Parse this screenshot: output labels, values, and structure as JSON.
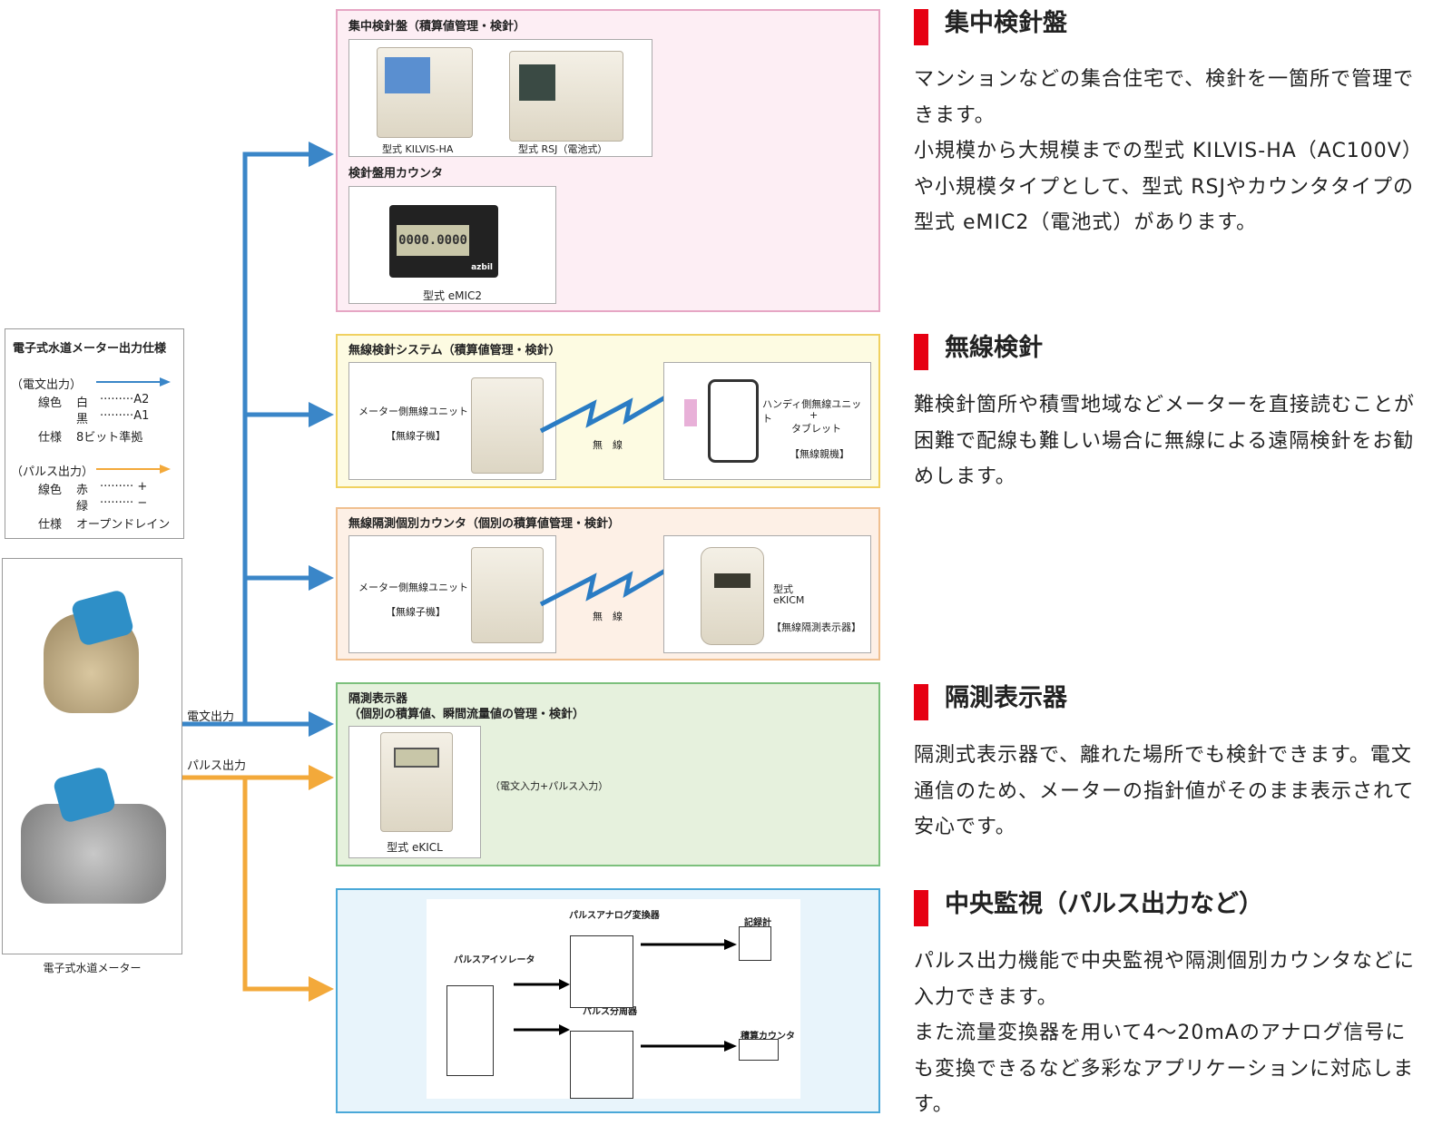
{
  "colors": {
    "denbun": "#3a86c8",
    "pulse": "#f3a93a",
    "accent": "#e60012"
  },
  "spec": {
    "title": "電子式水道メーター出力仕様",
    "denbun_label": "（電文出力）",
    "wire_label": "線色",
    "white": "白",
    "white_val": "·········A2",
    "black": "黒",
    "black_val": "·········A1",
    "spec_label": "仕様",
    "denbun_spec": "8ビット準拠",
    "pulse_label": "（パルス出力）",
    "red": "赤",
    "red_val": "········· +",
    "green": "緑",
    "green_val": "········· −",
    "pulse_spec": "オープンドレイン"
  },
  "meter": {
    "caption": "電子式水道メーター",
    "denbun_out": "電文出力",
    "pulse_out": "パルス出力"
  },
  "panels": [
    {
      "title": "集中検針盤（積算値管理・検針）",
      "items": [
        "型式 KILVIS-HA",
        "型式 RSJ（電池式）"
      ],
      "sub_title": "検針盤用カウンタ",
      "sub_item": "型式 eMIC2",
      "brand": "azbil",
      "display": "0000.0000"
    },
    {
      "title": "無線検針システム（積算値管理・検針）",
      "left_label": "メーター側無線ユニット",
      "left_sub": "【無線子機】",
      "wireless": "無　線",
      "right_label": "ハンディ側無線ユニット",
      "right_plus": "+",
      "right_label2": "タブレット",
      "right_sub": "【無線親機】"
    },
    {
      "title": "無線隔測個別カウンタ（個別の積算値管理・検針）",
      "left_label": "メーター側無線ユニット",
      "left_sub": "【無線子機】",
      "wireless": "無　線",
      "right_model_label": "型式",
      "right_model": "eKICM",
      "right_sub": "【無線隔測表示器】"
    },
    {
      "title": "隔測表示器",
      "title2": "（個別の積算値、瞬間流量値の管理・検針）",
      "item": "型式 eKICL",
      "note": "（電文入力+パルス入力）"
    },
    {
      "isolator": "パルスアイソレータ",
      "analog": "パルスアナログ変換器",
      "divider": "パルス分周器",
      "recorder": "記録計",
      "counter": "積算カウンタ"
    }
  ],
  "right": [
    {
      "heading": "集中検針盤",
      "text": "マンションなどの集合住宅で、検針を一箇所で管理できます。\n小規模から大規模までの型式 KILVIS-HA（AC100V）や小規模タイプとして、型式 RSJやカウンタタイプの型式 eMIC2（電池式）があります。"
    },
    {
      "heading": "無線検針",
      "text": "難検針箇所や積雪地域などメーターを直接読むことが困難で配線も難しい場合に無線による遠隔検針をお勧めします。"
    },
    {
      "heading": "隔測表示器",
      "text": "隔測式表示器で、離れた場所でも検針できます。電文通信のため、メーターの指針値がそのまま表示されて安心です。"
    },
    {
      "heading": "中央監視（パルス出力など）",
      "text": "パルス出力機能で中央監視や隔測個別カウンタなどに入力できます。\nまた流量変換器を用いて4〜20mAのアナログ信号にも変換できるなど多彩なアプリケーションに対応します。"
    }
  ]
}
